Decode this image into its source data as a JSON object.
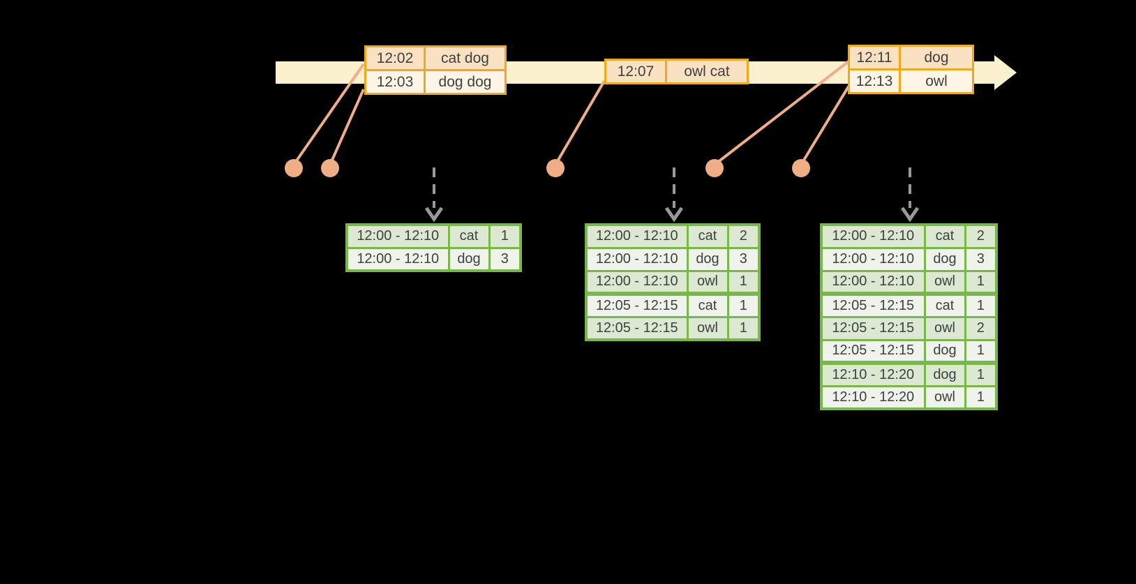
{
  "colors": {
    "background": "#000000",
    "timeline_band": "#FBF1CE",
    "event_border": "#F2A71F",
    "event_row_odd": "#FAE1C2",
    "event_row_even": "#FEF5E6",
    "connector": "#F0AE87",
    "dashed_arrow": "#97999B",
    "result_border": "#78B74A",
    "result_row_odd": "#DDE8D2",
    "result_row_even": "#EFF3EB",
    "text": "#3F4040"
  },
  "event_tables": [
    {
      "rows": [
        {
          "time": "12:02",
          "words": "cat dog"
        },
        {
          "time": "12:03",
          "words": "dog dog"
        }
      ]
    },
    {
      "rows": [
        {
          "time": "12:07",
          "words": "owl cat"
        }
      ]
    },
    {
      "rows": [
        {
          "time": "12:11",
          "words": "dog"
        },
        {
          "time": "12:13",
          "words": "owl"
        }
      ]
    }
  ],
  "result_tables": [
    {
      "rows": [
        {
          "window": "12:00 - 12:10",
          "word": "cat",
          "count": "1"
        },
        {
          "window": "12:00 - 12:10",
          "word": "dog",
          "count": "3"
        }
      ]
    },
    {
      "rows": [
        {
          "window": "12:00 - 12:10",
          "word": "cat",
          "count": "2"
        },
        {
          "window": "12:00 - 12:10",
          "word": "dog",
          "count": "3"
        },
        {
          "window": "12:00 - 12:10",
          "word": "owl",
          "count": "1"
        },
        {
          "window": "12:05 - 12:15",
          "word": "cat",
          "count": "1"
        },
        {
          "window": "12:05 - 12:15",
          "word": "owl",
          "count": "1"
        }
      ]
    },
    {
      "rows": [
        {
          "window": "12:00 - 12:10",
          "word": "cat",
          "count": "2"
        },
        {
          "window": "12:00 - 12:10",
          "word": "dog",
          "count": "3"
        },
        {
          "window": "12:00 - 12:10",
          "word": "owl",
          "count": "1"
        },
        {
          "window": "12:05 - 12:15",
          "word": "cat",
          "count": "1"
        },
        {
          "window": "12:05 - 12:15",
          "word": "owl",
          "count": "2"
        },
        {
          "window": "12:05 - 12:15",
          "word": "dog",
          "count": "1"
        },
        {
          "window": "12:10 - 12:20",
          "word": "dog",
          "count": "1"
        },
        {
          "window": "12:10 - 12:20",
          "word": "owl",
          "count": "1"
        }
      ]
    }
  ]
}
